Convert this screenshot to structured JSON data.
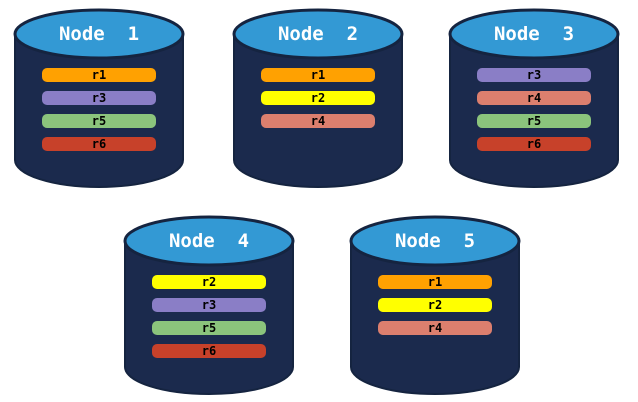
{
  "colors": {
    "background": "#FFFFFF",
    "cylinder_body": "#1B2A4D",
    "cylinder_top": "#3399D4",
    "cylinder_outline": "#152440",
    "node_label_text": "#FFFFFF",
    "replica_label_text": "#000000",
    "replicas": {
      "r1": "#FFA101",
      "r2": "#FFFF00",
      "r3": "#8A7EC6",
      "r4": "#DC7F6E",
      "r5": "#8BC47C",
      "r6": "#C7412A"
    }
  },
  "nodes": [
    {
      "id": "node-1",
      "label": "Node  1",
      "replicas": [
        {
          "label": "r1",
          "color": "r1"
        },
        {
          "label": "r3",
          "color": "r3"
        },
        {
          "label": "r5",
          "color": "r5"
        },
        {
          "label": "r6",
          "color": "r6"
        }
      ]
    },
    {
      "id": "node-2",
      "label": "Node  2",
      "replicas": [
        {
          "label": "r1",
          "color": "r1"
        },
        {
          "label": "r2",
          "color": "r2"
        },
        {
          "label": "r4",
          "color": "r4"
        }
      ]
    },
    {
      "id": "node-3",
      "label": "Node  3",
      "replicas": [
        {
          "label": "r3",
          "color": "r3"
        },
        {
          "label": "r4",
          "color": "r4"
        },
        {
          "label": "r5",
          "color": "r5"
        },
        {
          "label": "r6",
          "color": "r6"
        }
      ]
    },
    {
      "id": "node-4",
      "label": "Node  4",
      "replicas": [
        {
          "label": "r2",
          "color": "r2"
        },
        {
          "label": "r3",
          "color": "r3"
        },
        {
          "label": "r5",
          "color": "r5"
        },
        {
          "label": "r6",
          "color": "r6"
        }
      ]
    },
    {
      "id": "node-5",
      "label": "Node  5",
      "replicas": [
        {
          "label": "r1",
          "color": "r1"
        },
        {
          "label": "r2",
          "color": "r2"
        },
        {
          "label": "r4",
          "color": "r4"
        }
      ]
    }
  ]
}
